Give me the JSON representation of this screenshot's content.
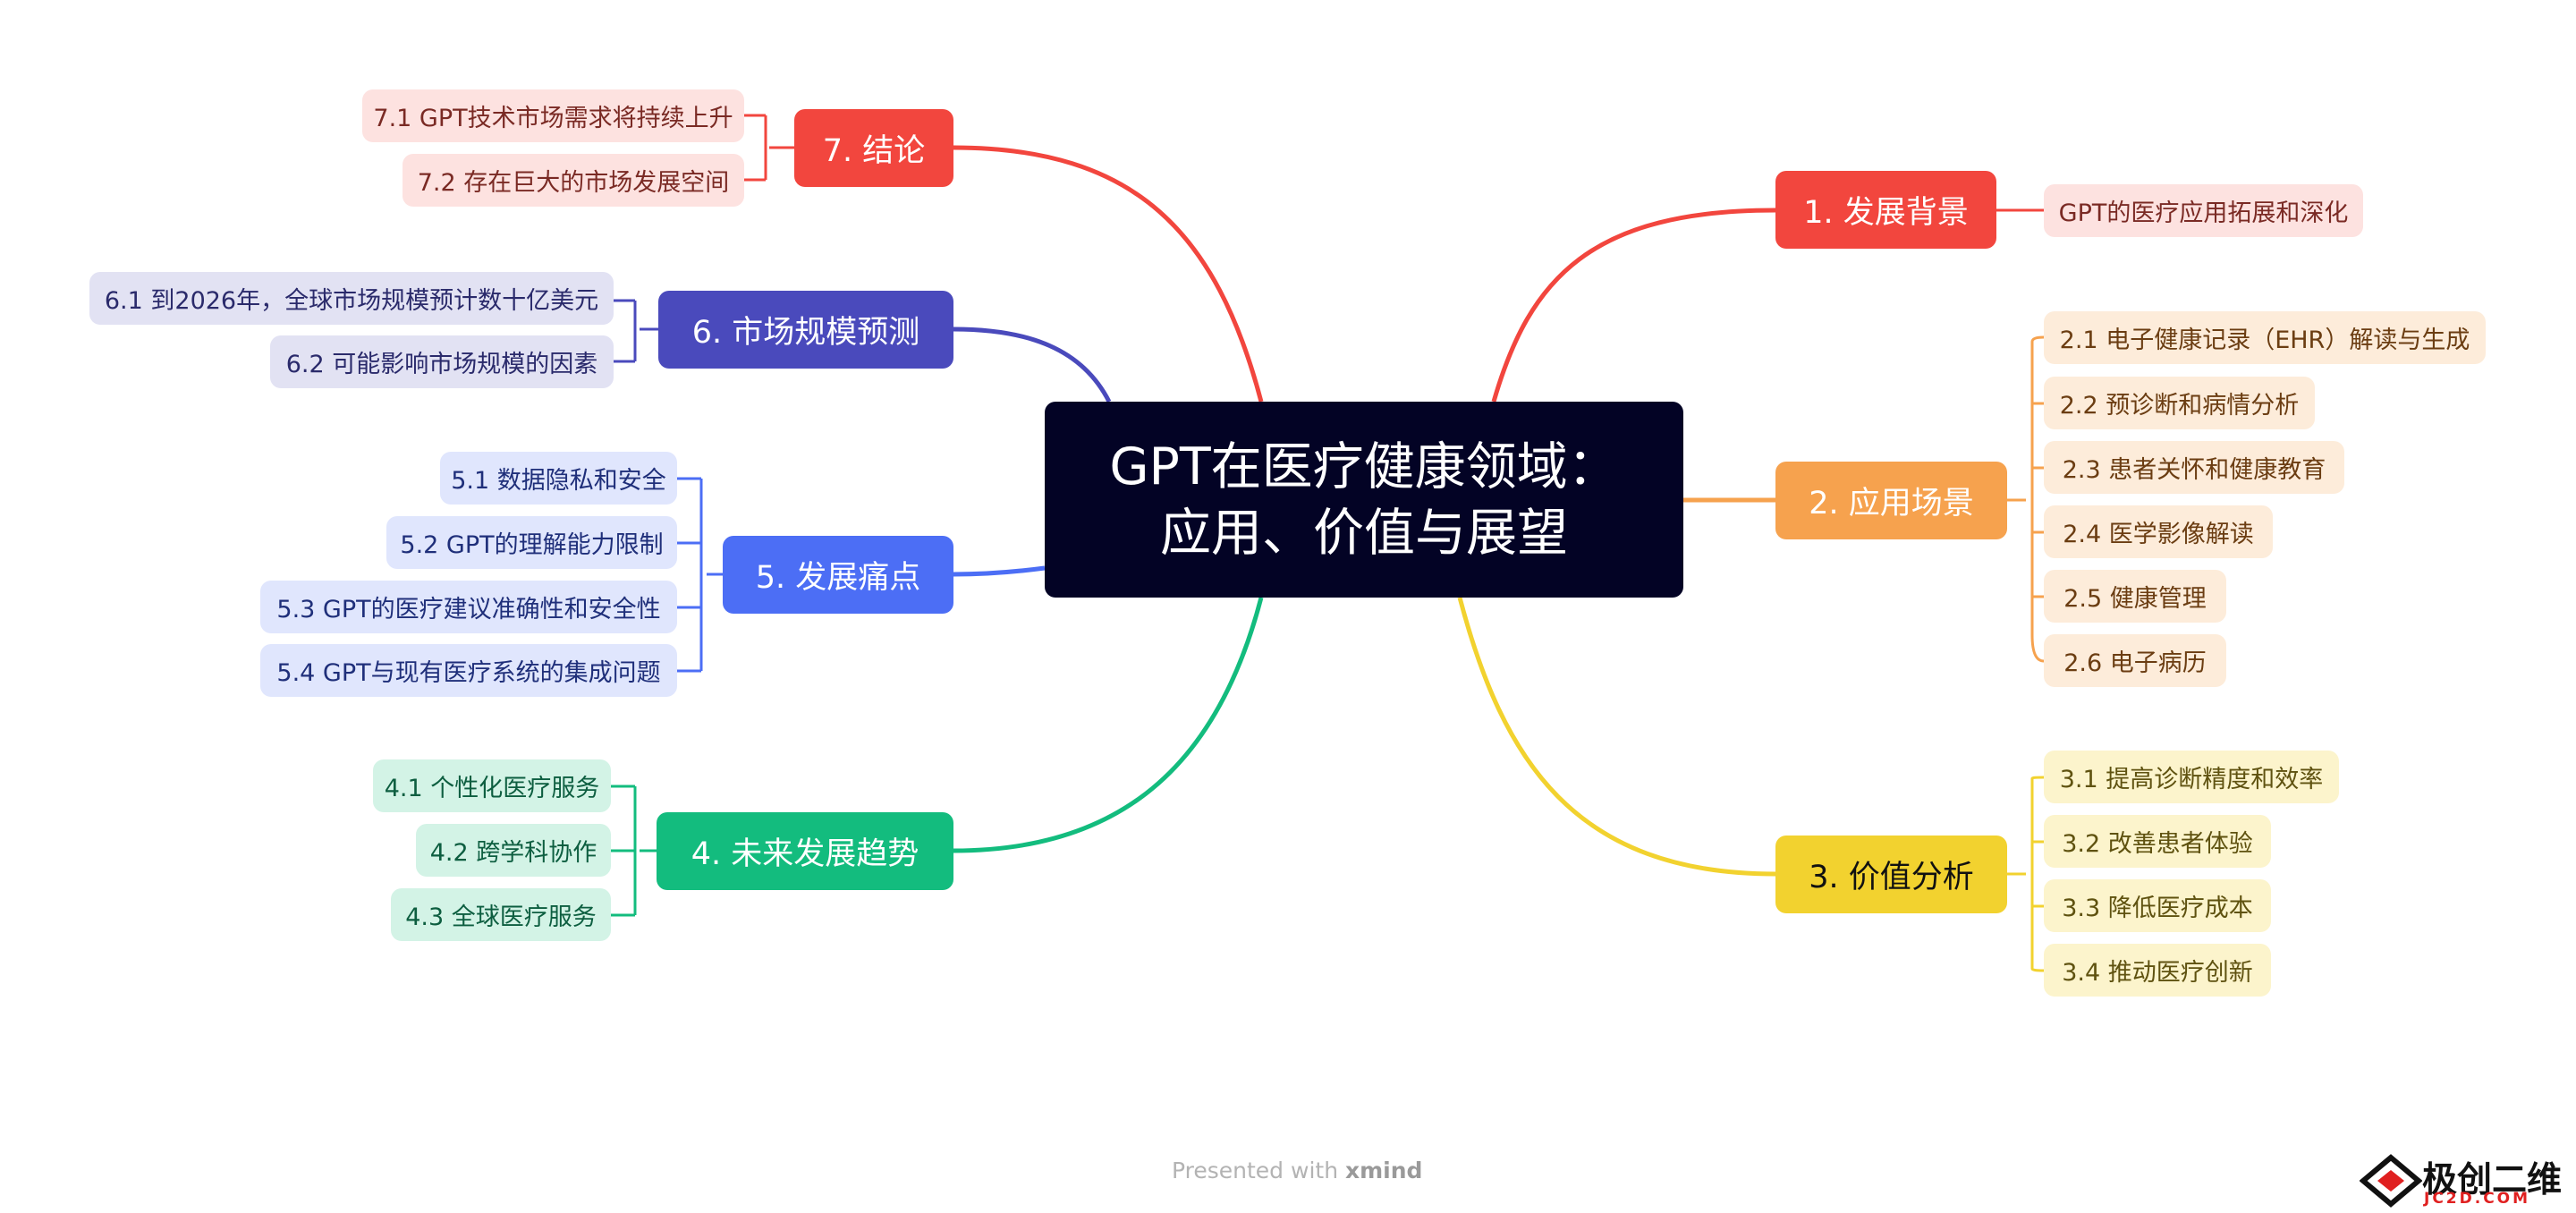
{
  "center": {
    "line1": "GPT在医疗健康领域：",
    "line2": "应用、价值与展望"
  },
  "branches": {
    "b1": {
      "label": "1. 发展背景",
      "color": "#f2463e",
      "subs": [
        "GPT的医疗应用拓展和深化"
      ]
    },
    "b2": {
      "label": "2. 应用场景",
      "color": "#f6a24e",
      "subs": [
        "2.1 电子健康记录（EHR）解读与生成",
        "2.2 预诊断和病情分析",
        "2.3 患者关怀和健康教育",
        "2.4 医学影像解读",
        "2.5 健康管理",
        "2.6 电子病历"
      ]
    },
    "b3": {
      "label": "3. 价值分析",
      "color": "#f2d22f",
      "subs": [
        "3.1 提高诊断精度和效率",
        "3.2 改善患者体验",
        "3.3 降低医疗成本",
        "3.4 推动医疗创新"
      ]
    },
    "b4": {
      "label": "4. 未来发展趋势",
      "color": "#13bc7e",
      "subs": [
        "4.1 个性化医疗服务",
        "4.2 跨学科协作",
        "4.3 全球医疗服务"
      ]
    },
    "b5": {
      "label": "5. 发展痛点",
      "color": "#4c6ef5",
      "subs": [
        "5.1 数据隐私和安全",
        "5.2 GPT的理解能力限制",
        "5.3 GPT的医疗建议准确性和安全性",
        "5.4 GPT与现有医疗系统的集成问题"
      ]
    },
    "b6": {
      "label": "6. 市场规模预测",
      "color": "#4a4abc",
      "subs": [
        "6.1 到2026年，全球市场规模预计数十亿美元",
        "6.2 可能影响市场规模的因素"
      ]
    },
    "b7": {
      "label": "7. 结论",
      "color": "#f2463e",
      "subs": [
        "7.1 GPT技术市场需求将持续上升",
        "7.2 存在巨大的市场发展空间"
      ]
    }
  },
  "footer": {
    "prefix": "Presented with ",
    "brand": "xmind"
  },
  "watermark": {
    "text": "极创二维",
    "sub": "JC2D.COM"
  }
}
